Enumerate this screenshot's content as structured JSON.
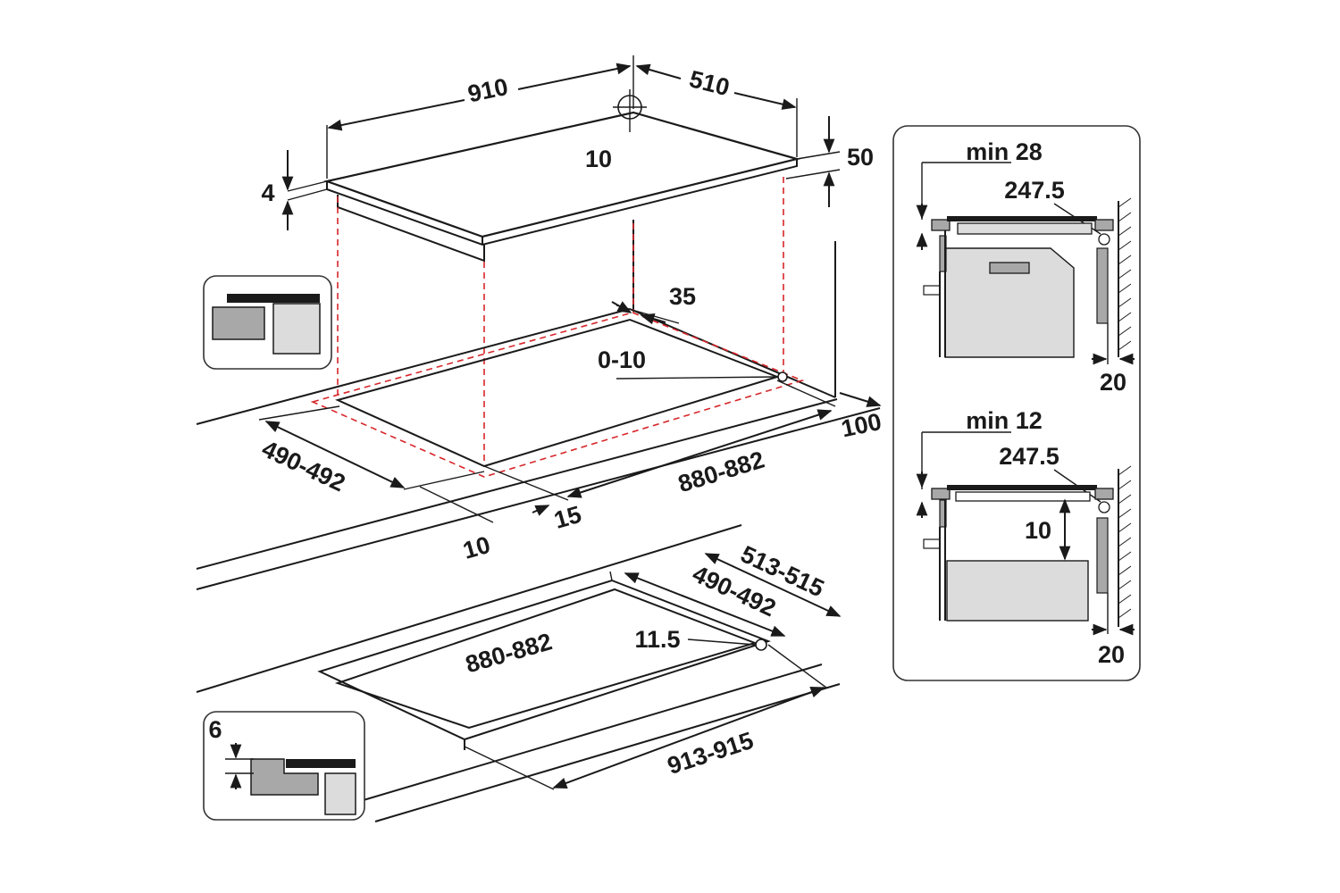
{
  "diagram": {
    "top_view": {
      "width": "910",
      "depth": "510",
      "center_note": "10",
      "thickness_left": "4",
      "height": "50"
    },
    "cutout_surface": {
      "rear_gap": "35",
      "corner_radius": "0-10",
      "depth": "490-492",
      "width": "880-882",
      "front_offset": "15",
      "side_offset": "10",
      "wall_distance": "100"
    },
    "flush_mount": {
      "outer_depth": "513-515",
      "inner_depth": "490-492",
      "inner_width": "880-882",
      "radius": "11.5",
      "outer_width": "913-915",
      "recess_depth": "6"
    },
    "side_panel_oven": {
      "min_label": "min 28",
      "distance": "247.5",
      "wall_gap": "20"
    },
    "side_panel_drawer": {
      "min_label": "min 12",
      "distance": "247.5",
      "clearance": "10",
      "wall_gap": "20"
    }
  }
}
